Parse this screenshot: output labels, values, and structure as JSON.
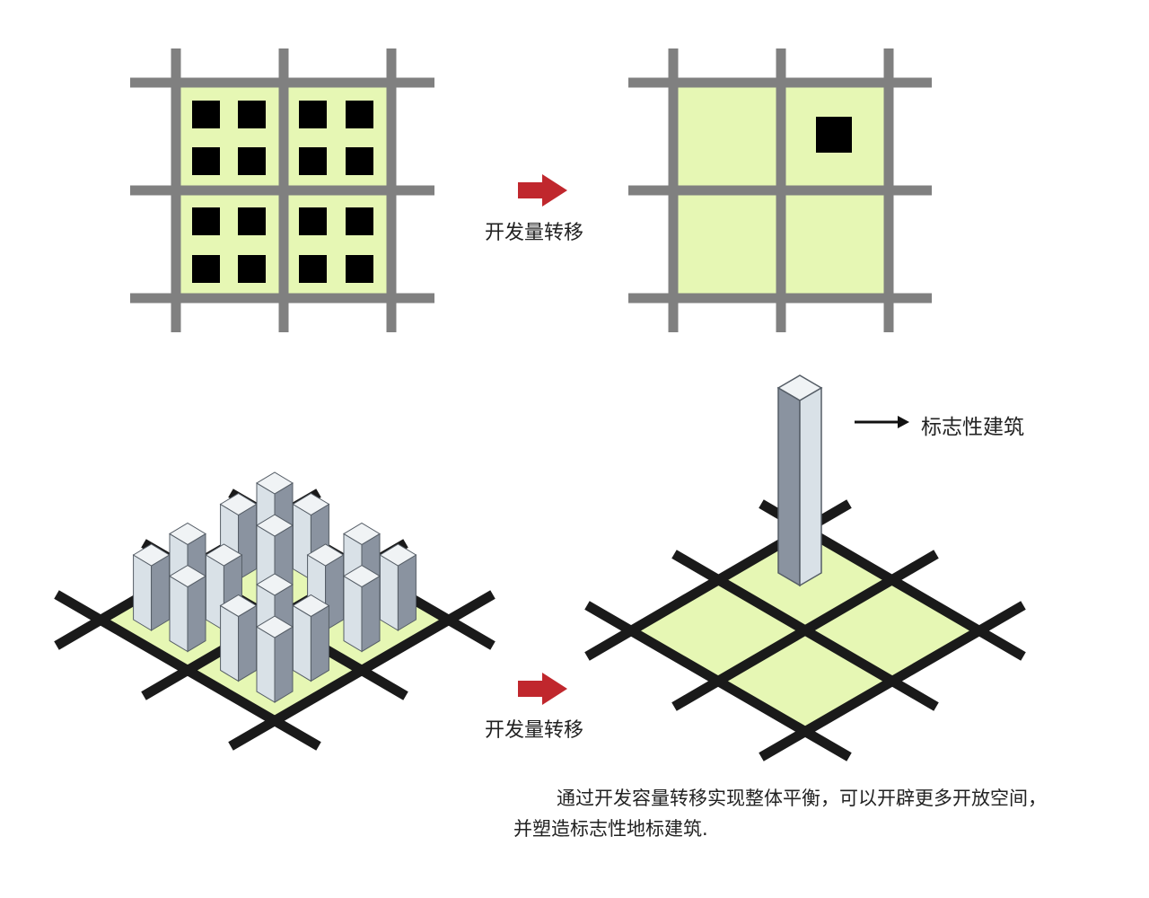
{
  "labels": {
    "transfer_top": "开发量转移",
    "transfer_bottom": "开发量转移",
    "landmark": "标志性建筑"
  },
  "caption": {
    "line1": "通过开发容量转移实现整体平衡，可以开辟更多开放空间，",
    "line2": "并塑造标志性地标建筑."
  },
  "colors": {
    "plot_fill": "#e6f7b4",
    "road_plan": "#808080",
    "road_iso": "#1a1a1a",
    "building_block": "#000000",
    "arrow_red": "#c0272d",
    "tower_top": "#f0f3f5",
    "tower_left": "#d9e1e7",
    "tower_right": "#8a93a0"
  },
  "scenes": {
    "before_plan": {
      "blocks": 4,
      "buildings_per_block": 4
    },
    "after_plan": {
      "blocks": 4,
      "buildings_total": 1
    },
    "before_iso": {
      "blocks": 4,
      "buildings_per_block": 4
    },
    "after_iso": {
      "blocks": 4,
      "buildings_total": 1
    }
  }
}
